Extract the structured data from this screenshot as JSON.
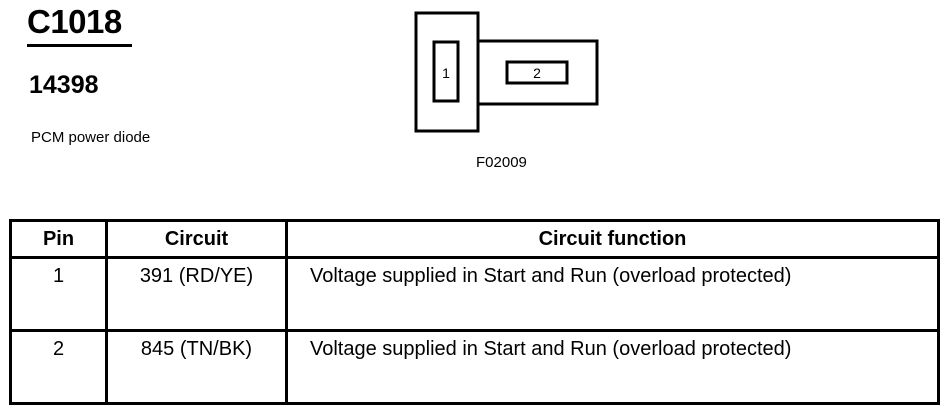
{
  "header": {
    "connector_id": "C1018",
    "part_number": "14398",
    "component_name": "PCM power diode"
  },
  "diagram": {
    "cavities": [
      {
        "label": "1"
      },
      {
        "label": "2"
      }
    ],
    "figure_id": "F02009"
  },
  "table": {
    "headers": {
      "pin": "Pin",
      "circuit": "Circuit",
      "function": "Circuit function"
    },
    "rows": [
      {
        "pin": "1",
        "circuit": "391 (RD/YE)",
        "function": "Voltage supplied in Start and Run (overload protected)"
      },
      {
        "pin": "2",
        "circuit": "845 (TN/BK)",
        "function": "Voltage supplied in Start and Run (overload protected)"
      }
    ]
  }
}
